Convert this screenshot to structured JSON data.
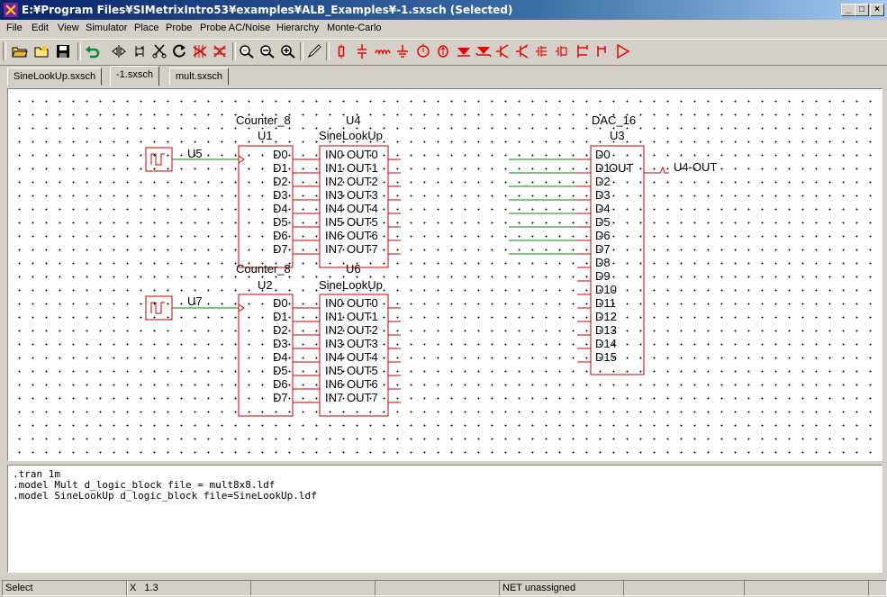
{
  "window": {
    "title": "E:¥Program Files¥SIMetrixIntro53¥examples¥ALB_Examples¥-1.sxsch (Selected)",
    "minimize_label": "_",
    "maximize_label": "□",
    "close_label": "×"
  },
  "menu": [
    "File",
    "Edit",
    "View",
    "Simulator",
    "Place",
    "Probe",
    "Probe AC/Noise",
    "Hierarchy",
    "Monte-Carlo"
  ],
  "toolbar": {
    "icons": [
      "open-folder-icon",
      "new-file-icon",
      "save-icon",
      "undo-icon",
      "mirror-icon",
      "rotate-icon",
      "cut-icon",
      "redo-icon",
      "delete-wire-icon",
      "delete-icon",
      "zoom-fit-icon",
      "zoom-out-icon",
      "zoom-in-icon",
      "pencil-icon",
      "resistor-icon",
      "capacitor-icon",
      "inductor-icon",
      "ground-icon",
      "voltage-source-icon",
      "current-source-icon",
      "diode-icon",
      "zener-icon",
      "npn-icon",
      "pnp-icon",
      "nmos-icon",
      "pmos-icon",
      "opamp-icon",
      "amplifier-icon"
    ]
  },
  "tabs": [
    {
      "label": "SineLookUp.sxsch",
      "active": false
    },
    {
      "label": "-1.sxsch",
      "active": true
    },
    {
      "label": "mult.sxsch",
      "active": false
    }
  ],
  "schematic": {
    "u5_label": "U5",
    "u7_label": "U7",
    "counter1": {
      "type": "Counter_8",
      "ref": "U1",
      "pins": [
        "D0",
        "D1",
        "D2",
        "D3",
        "D4",
        "D5",
        "D6",
        "D7"
      ]
    },
    "counter2": {
      "type": "Counter_8",
      "ref": "U2",
      "pins": [
        "D0",
        "D1",
        "D2",
        "D3",
        "D4",
        "D5",
        "D6",
        "D7"
      ]
    },
    "lookup1": {
      "ref": "U4",
      "type": "SineLookUp",
      "in_pins": [
        "IN0",
        "IN1",
        "IN2",
        "IN3",
        "IN4",
        "IN5",
        "IN6",
        "IN7"
      ],
      "out_pins": [
        "OUT0",
        "OUT1",
        "OUT2",
        "OUT3",
        "OUT4",
        "OUT5",
        "OUT6",
        "OUT7"
      ]
    },
    "lookup2": {
      "ref": "U6",
      "type": "SineLookUp",
      "in_pins": [
        "IN0",
        "IN1",
        "IN2",
        "IN3",
        "IN4",
        "IN5",
        "IN6",
        "IN7"
      ],
      "out_pins": [
        "OUT0",
        "OUT1",
        "OUT2",
        "OUT3",
        "OUT4",
        "OUT5",
        "OUT6",
        "OUT7"
      ]
    },
    "dac": {
      "type": "DAC_16",
      "ref": "U3",
      "pins": [
        "D0",
        "D1",
        "D2",
        "D3",
        "D4",
        "D5",
        "D6",
        "D7",
        "D8",
        "D9",
        "D10",
        "D11",
        "D12",
        "D13",
        "D14",
        "D15"
      ],
      "out_pin": "OUT",
      "net_label": "U4-OUT"
    }
  },
  "netlist": [
    ".tran 1m",
    ".model Mult d_logic_block file = mult8x8.ldf",
    ".model SineLookUp d_logic_block file=SineLookUp.ldf"
  ],
  "status": {
    "mode": "Select",
    "coord_label": "X",
    "coord_value": "1.3",
    "net": "NET unassigned"
  }
}
